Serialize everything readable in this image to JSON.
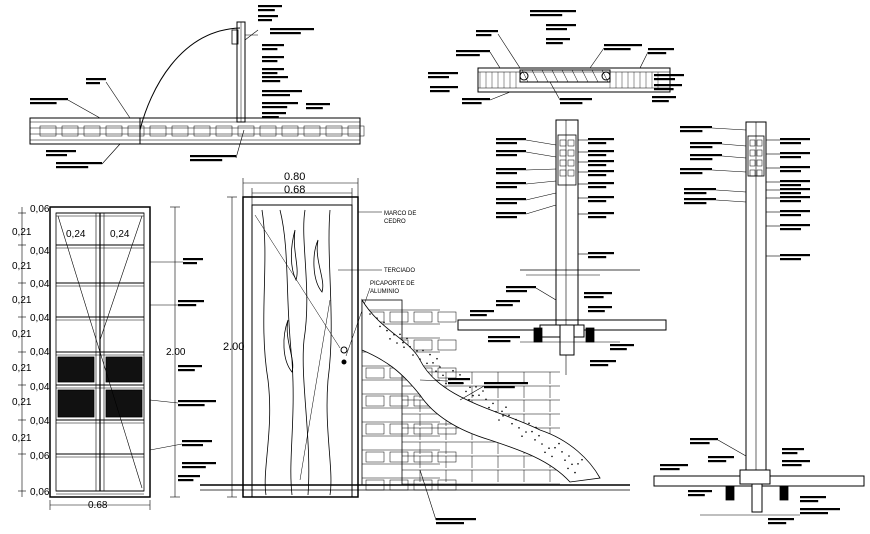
{
  "door_panel": {
    "left_dims": [
      "0,06",
      "0,21",
      "0,04",
      "0,21",
      "0,04",
      "0,21",
      "0,04",
      "0,21",
      "0,04",
      "0,21",
      "0,04",
      "0,21",
      "0,04",
      "0,21",
      "0,06"
    ],
    "inner_width_left": "0,24",
    "inner_width_right": "0,24",
    "total_height": "2.00",
    "bottom_width": "0.68"
  },
  "door_elevation": {
    "outer_width": "0.80",
    "inner_width": "0.68",
    "height": "2.00",
    "label_frame": "MARCO DE\nCEDRO",
    "label_plywood": "TERCIADO",
    "label_latch": "PICAPORTE DE\nALUMINIO"
  }
}
